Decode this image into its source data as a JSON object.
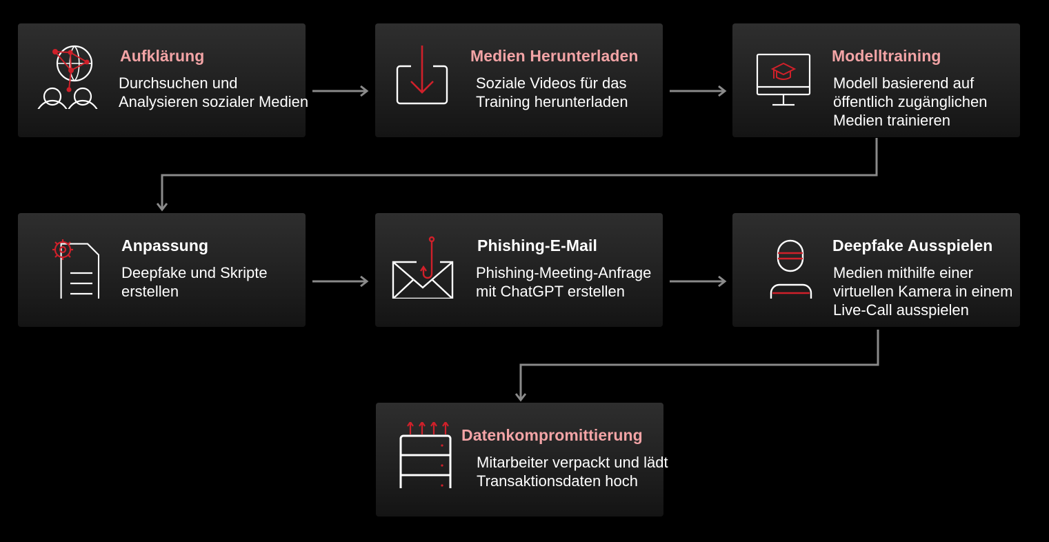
{
  "steps": [
    {
      "title": "Aufklärung",
      "desc": "Durchsuchen und Analysieren sozialer Medien",
      "icon": "network-users-icon"
    },
    {
      "title": "Medien Herunterladen",
      "desc": "Soziale Videos für das Training herunterladen",
      "icon": "download-icon"
    },
    {
      "title": "Modelltraining",
      "desc": "Modell basierend auf öffentlich zugänglichen Medien trainieren",
      "icon": "monitor-graduation-cap-icon"
    },
    {
      "title": "Anpassung",
      "desc": "Deepfake und Skripte erstellen",
      "icon": "gear-document-icon"
    },
    {
      "title": "Phishing-E-Mail",
      "desc": "Phishing-Meeting-Anfrage mit ChatGPT erstellen",
      "icon": "phishing-envelope-icon"
    },
    {
      "title": "Deepfake Ausspielen",
      "desc": "Medien mithilfe einer virtuellen Kamera in einem Live-Call ausspielen",
      "icon": "masked-person-icon"
    },
    {
      "title": "Datenkompromittierung",
      "desc": "Mitarbeiter verpackt und lädt Transaktionsdaten hoch",
      "icon": "server-upload-icon"
    }
  ],
  "colors": {
    "background": "#000000",
    "accent_red": "#d0202a",
    "title_pink": "#f3a4a6",
    "connector": "#8a8a8a",
    "text": "#ffffff"
  }
}
